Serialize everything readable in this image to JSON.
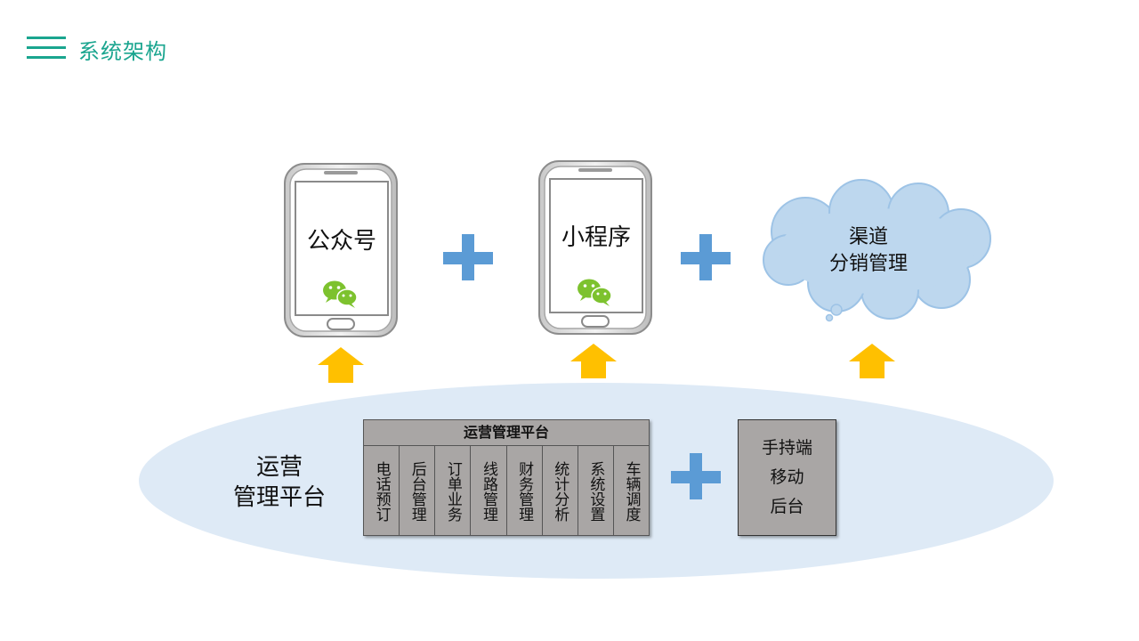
{
  "header": {
    "title": "系统架构",
    "accent_color": "#1aa58f"
  },
  "channels": {
    "wechat_account": {
      "label": "公众号",
      "icon": "wechat-icon"
    },
    "mini_program": {
      "label": "小程序",
      "icon": "wechat-icon"
    },
    "channel_distribution": {
      "line1": "渠道",
      "line2": "分销管理"
    }
  },
  "operations": {
    "label_line1": "运营",
    "label_line2": "管理平台",
    "platform": {
      "title": "运营管理平台",
      "modules": [
        "电话预订",
        "后台管理",
        "订单业务",
        "线路管理",
        "财务管理",
        "统计分析",
        "系统设置",
        "车辆调度"
      ]
    },
    "handheld": {
      "line1": "手持端",
      "line2": "移动",
      "line3": "后台"
    }
  },
  "colors": {
    "plus": "#5b9bd5",
    "arrow": "#ffc000",
    "cloud_fill": "#bdd7ee",
    "ellipse_fill": "#deeaf6",
    "box_fill": "#a9a6a5",
    "wechat_green": "#7dc22e"
  }
}
